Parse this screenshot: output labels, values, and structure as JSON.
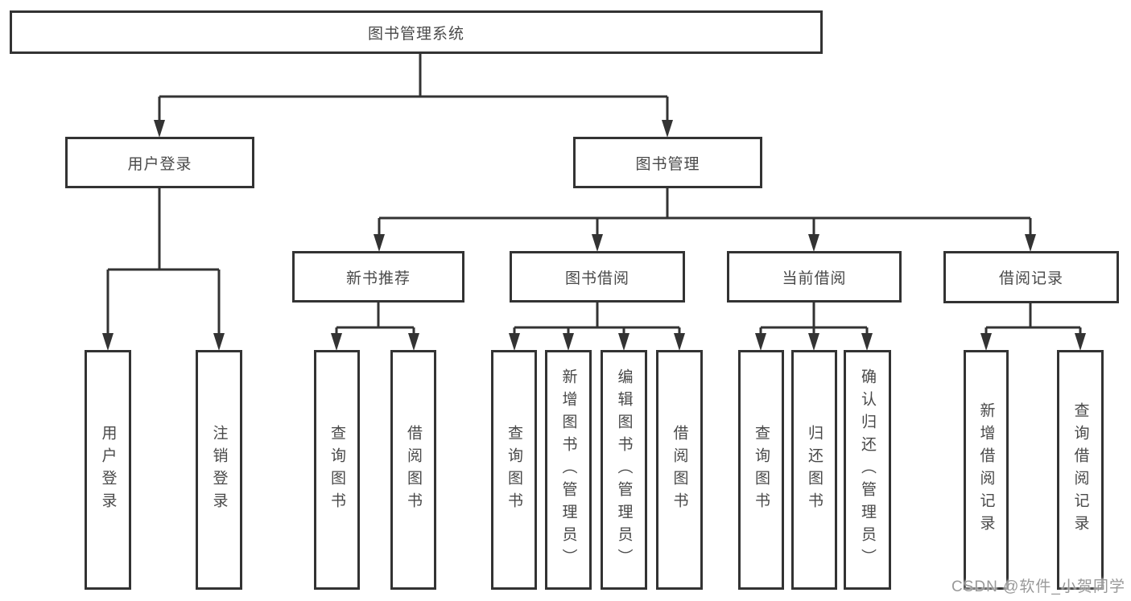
{
  "nodes": {
    "root": {
      "label": "图书管理系统"
    },
    "level2": [
      {
        "label": "用户登录"
      },
      {
        "label": "图书管理"
      }
    ],
    "level3": [
      {
        "label": "新书推荐"
      },
      {
        "label": "图书借阅"
      },
      {
        "label": "当前借阅"
      },
      {
        "label": "借阅记录"
      }
    ],
    "leaves": [
      {
        "label": "用户登录"
      },
      {
        "label": "注销登录"
      },
      {
        "label": "查询图书"
      },
      {
        "label": "借阅图书"
      },
      {
        "label": "查询图书"
      },
      {
        "label": "新增图书（管理员）"
      },
      {
        "label": "编辑图书（管理员）"
      },
      {
        "label": "借阅图书"
      },
      {
        "label": "查询图书"
      },
      {
        "label": "归还图书"
      },
      {
        "label": "确认归还（管理员）"
      },
      {
        "label": "新增借阅记录"
      },
      {
        "label": "查询借阅记录"
      }
    ]
  },
  "watermark": {
    "text": "CSDN @软件_小贺同学"
  },
  "colors": {
    "line": "#333333",
    "box_border": "#333333",
    "text": "#494949",
    "watermark": "#949494",
    "background": "#ffffff"
  }
}
